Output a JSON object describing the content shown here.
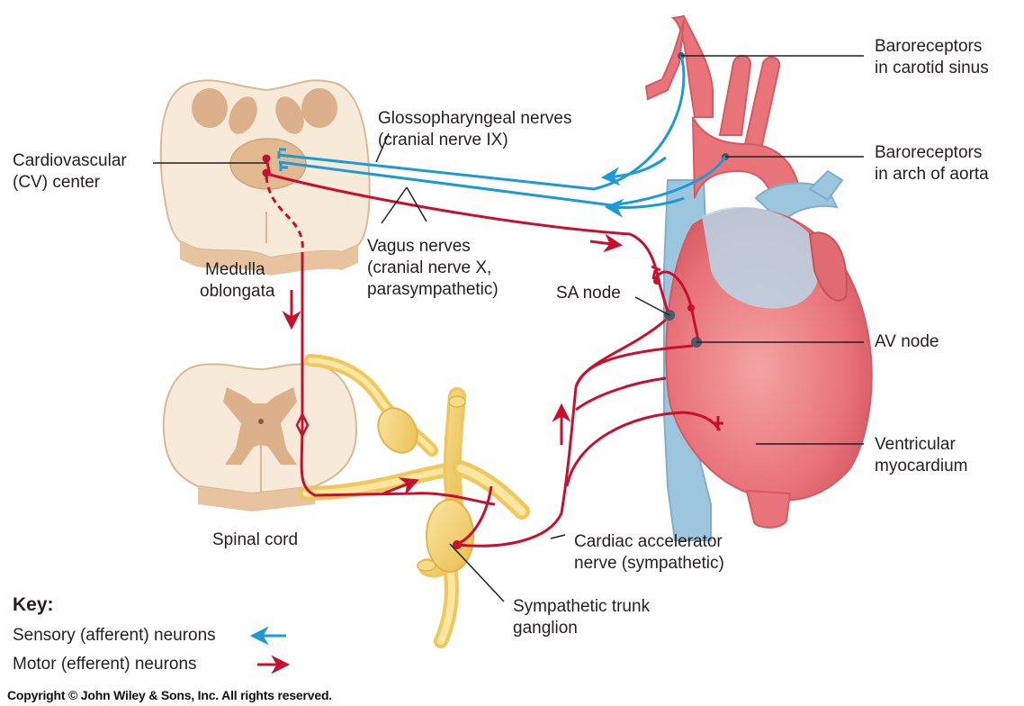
{
  "labels": {
    "baro_carotid_1": "Baroreceptors",
    "baro_carotid_2": "in carotid sinus",
    "baro_aorta_1": "Baroreceptors",
    "baro_aorta_2": "in arch of aorta",
    "glosso_1": "Glossopharyngeal nerves",
    "glosso_2": "(cranial nerve IX)",
    "cv_1": "Cardiovascular",
    "cv_2": "(CV) center",
    "vagus_1": "Vagus nerves",
    "vagus_2": "(cranial nerve X,",
    "vagus_3": "parasympathetic)",
    "medulla_1": "Medulla",
    "medulla_2": "oblongata",
    "sa_node": "SA node",
    "av_node": "AV node",
    "ventricular_1": "Ventricular",
    "ventricular_2": "myocardium",
    "spinal_cord": "Spinal cord",
    "cardiac_1": "Cardiac accelerator",
    "cardiac_2": "nerve (sympathetic)",
    "ganglion_1": "Sympathetic trunk",
    "ganglion_2": "ganglion"
  },
  "key": {
    "title": "Key:",
    "sensory": "Sensory (afferent) neurons",
    "motor": "Motor (efferent) neurons"
  },
  "copyright": "Copyright © John Wiley & Sons, Inc. All rights reserved.",
  "colors": {
    "sensory": "#1b9ad6",
    "motor": "#c8102e",
    "heart": "#e8747a",
    "vessels_blue": "#9cc6dd",
    "ganglion": "#f2cf6e",
    "cord": "#f6e7d3"
  }
}
